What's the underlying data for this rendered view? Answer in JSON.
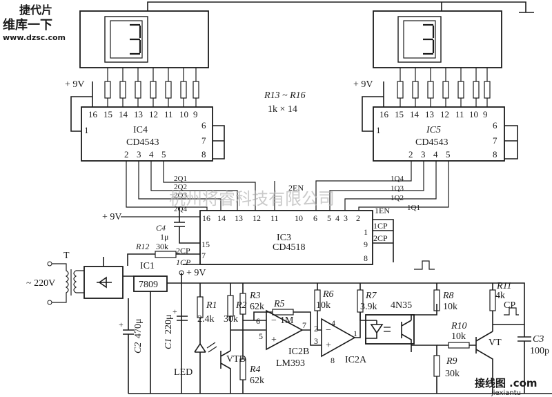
{
  "logo": {
    "line1": "捷代片",
    "line2": "维库一下",
    "url": "www.dzsc.com",
    "colors": {
      "red": "#e0261c",
      "blue": "#2352a3"
    }
  },
  "watermark": {
    "text": "杭州将睿科技有限公司",
    "site_cn": "接线图",
    "site_dot": ".com",
    "site_url": "jiexiantu",
    "colors": {
      "red": "#e0261c",
      "gray": "#b5b5b5"
    }
  },
  "resistor_array": {
    "label": "R13 ~ R16",
    "value": "1k × 14"
  },
  "ic4": {
    "name": "IC4",
    "part": "CD4543",
    "supply": "+ 9V",
    "top_pins": [
      "16",
      "15",
      "14",
      "13",
      "12",
      "11",
      "10",
      "9"
    ],
    "pin_left": "1",
    "pins_right": [
      "6",
      "7",
      "8"
    ],
    "bottom_pins": [
      "2",
      "3",
      "4",
      "5"
    ]
  },
  "ic5": {
    "name": "IC5",
    "part": "CD4543",
    "supply": "+ 9V",
    "top_pins": [
      "16",
      "15",
      "14",
      "13",
      "12",
      "11",
      "10",
      "9"
    ],
    "pin_left": "1",
    "pins_right": [
      "6",
      "7",
      "8"
    ],
    "bottom_pins": [
      "2",
      "3",
      "4",
      "5"
    ]
  },
  "ic3": {
    "name": "IC3",
    "part": "CD4518",
    "top_pins": [
      "16",
      "14",
      "13",
      "12",
      "11",
      "10",
      "6",
      "5",
      "4",
      "3",
      "2"
    ],
    "left_pins": [
      "15",
      "7"
    ],
    "right_pins": [
      "1",
      "9",
      "8"
    ],
    "left_labels": [
      "2CP",
      "1CP"
    ],
    "right_labels": [
      "1CP",
      "2CP"
    ],
    "supply": "+ 9V"
  },
  "nets": {
    "q2": [
      "2Q1",
      "2Q2",
      "2Q3",
      "2Q4"
    ],
    "q1": [
      "1Q4",
      "1Q3",
      "1Q2",
      "1Q1"
    ],
    "en2": "2EN",
    "en1": "1EN"
  },
  "power": {
    "transformer": "T",
    "mains": "~ 220V",
    "regulator": "7809",
    "reg_ref": "IC1",
    "out": "+ 9V",
    "c2_ref": "C2",
    "c2_val": "470μ",
    "c1_ref": "C1",
    "c1_val": "220μ",
    "c4_ref": "C4",
    "c4_val": "1μ",
    "r12_ref": "R12",
    "r12_val": "30k"
  },
  "sensor": {
    "r1_ref": "R1",
    "r1_val": "2.4k",
    "r2_ref": "R2",
    "r2_val": "30k",
    "r3_ref": "R3",
    "r3_val": "62k",
    "r4_ref": "R4",
    "r4_val": "62k",
    "r5_ref": "R5",
    "r5_val": "1M",
    "r6_ref": "R6",
    "r6_val": "10k",
    "led": "LED",
    "vtd": "VTD",
    "ic2b": "IC2B",
    "lm393": "LM393",
    "ic2a": "IC2A",
    "pins_b": [
      "6",
      "5",
      "7"
    ],
    "pins_a": [
      "2",
      "3",
      "4",
      "1",
      "8"
    ]
  },
  "output": {
    "r7_ref": "R7",
    "r7_val": "3.9k",
    "opto": "4N35",
    "r8_ref": "R8",
    "r8_val": "10k",
    "r9_ref": "R9",
    "r9_val": "30k",
    "r10_ref": "R10",
    "r10_val": "10k",
    "r11_ref": "R11",
    "r11_val": "4k",
    "vt": "VT",
    "cp": "CP",
    "c3_ref": "C3",
    "c3_val": "100p"
  }
}
